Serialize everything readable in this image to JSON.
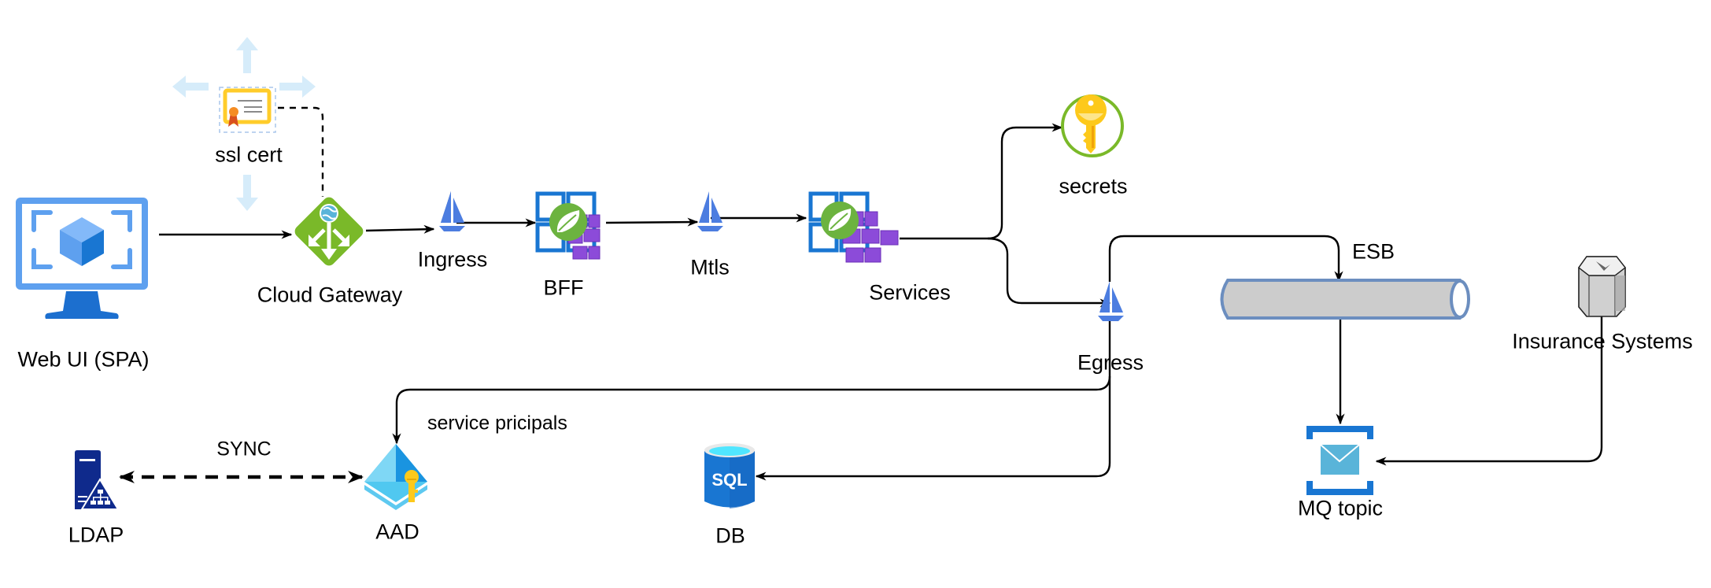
{
  "diagram": {
    "title": "",
    "nodes": {
      "web_ui": {
        "label": "Web UI (SPA)",
        "icon": "monitor-cube-icon"
      },
      "ssl_cert": {
        "label": "ssl cert",
        "icon": "certificate-icon"
      },
      "cloud_gateway": {
        "label": "Cloud Gateway",
        "icon": "application-gateway-icon"
      },
      "ingress": {
        "label": "Ingress",
        "icon": "istio-sailboat-icon"
      },
      "bff": {
        "label": "BFF",
        "icon": "spring-apps-icon"
      },
      "mtls": {
        "label": "Mtls",
        "icon": "istio-sailboat-icon"
      },
      "services": {
        "label": "Services",
        "icon": "spring-apps-icon"
      },
      "secrets": {
        "label": "secrets",
        "icon": "key-vault-icon"
      },
      "egress": {
        "label": "Egress",
        "icon": "istio-sailboat-icon"
      },
      "esb": {
        "label": "ESB",
        "icon": "pipe-icon"
      },
      "insurance_systems": {
        "label": "Insurance Systems",
        "icon": "legacy-system-icon"
      },
      "mq_topic": {
        "label": "MQ topic",
        "icon": "service-bus-topic-icon"
      },
      "db": {
        "label": "DB",
        "icon": "sql-database-icon",
        "icon_text": "SQL"
      },
      "aad": {
        "label": "AAD",
        "icon": "azure-ad-icon"
      },
      "ldap": {
        "label": "LDAP",
        "icon": "ldap-server-icon"
      }
    },
    "edges": [
      {
        "from": "web_ui",
        "to": "cloud_gateway",
        "style": "solid",
        "label": ""
      },
      {
        "from": "ssl_cert",
        "to": "cloud_gateway",
        "style": "dashed",
        "label": ""
      },
      {
        "from": "cloud_gateway",
        "to": "ingress",
        "style": "solid",
        "label": ""
      },
      {
        "from": "ingress",
        "to": "bff",
        "style": "solid",
        "label": ""
      },
      {
        "from": "bff",
        "to": "mtls",
        "style": "solid",
        "label": ""
      },
      {
        "from": "mtls",
        "to": "services",
        "style": "solid",
        "label": ""
      },
      {
        "from": "services",
        "to": "secrets",
        "style": "solid",
        "label": ""
      },
      {
        "from": "services",
        "to": "egress",
        "style": "solid",
        "label": ""
      },
      {
        "from": "egress",
        "to": "esb",
        "style": "solid",
        "label": ""
      },
      {
        "from": "egress",
        "to": "aad",
        "style": "solid",
        "label": "service pricipals"
      },
      {
        "from": "egress",
        "to": "db",
        "style": "solid",
        "label": ""
      },
      {
        "from": "esb",
        "to": "mq_topic",
        "style": "solid",
        "label": ""
      },
      {
        "from": "insurance_systems",
        "to": "mq_topic",
        "style": "solid",
        "label": ""
      },
      {
        "from": "ldap",
        "to": "aad",
        "style": "dashed-bidirectional",
        "label": "SYNC"
      }
    ],
    "edge_labels": {
      "service_principals": "service pricipals",
      "sync": "SYNC"
    },
    "colors": {
      "azure_blue": "#1976d2",
      "azure_light_blue": "#5ea0ef",
      "gateway_green": "#7ab929",
      "spring_green": "#6cb33f",
      "container_purple": "#8c4bd9",
      "key_yellow": "#fdc91b",
      "cert_yellow": "#ffcc2a",
      "pipe_fill": "#cccccc",
      "pipe_stroke": "#6c8ebf",
      "ldap_navy": "#0f2a8c",
      "move_arrow": "#d6ecfa",
      "edge": "#000000"
    }
  }
}
